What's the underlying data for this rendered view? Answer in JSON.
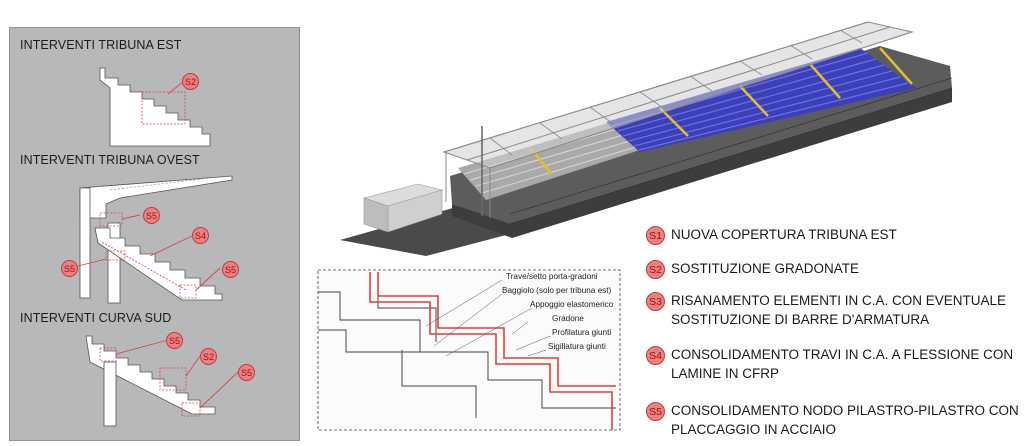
{
  "panel": {
    "sections": [
      {
        "title": "INTERVENTI TRIBUNA EST",
        "callouts": [
          "S2"
        ]
      },
      {
        "title": "INTERVENTI TRIBUNA OVEST",
        "callouts": [
          "S5",
          "S4",
          "S5",
          "S5"
        ]
      },
      {
        "title": "INTERVENTI CURVA SUD",
        "callouts": [
          "S5",
          "S2",
          "S5"
        ]
      }
    ]
  },
  "detail": {
    "labels": [
      "Trave/setto porta-gradoni",
      "Baggiolo (solo per tribuna est)",
      "Appoggio elastomerico",
      "Gradone",
      "Profilatura giunti",
      "Sigillatura giunti"
    ]
  },
  "legend": [
    {
      "code": "S1",
      "lines": [
        "NUOVA COPERTURA TRIBUNA EST"
      ]
    },
    {
      "code": "S2",
      "lines": [
        "SOSTITUZIONE GRADONATE"
      ]
    },
    {
      "code": "S3",
      "lines": [
        "RISANAMENTO ELEMENTI IN C.A. CON EVENTUALE",
        "SOSTITUZIONE DI BARRE D'ARMATURA"
      ]
    },
    {
      "code": "S4",
      "lines": [
        "CONSOLIDAMENTO TRAVI IN C.A. A FLESSIONE CON",
        "LAMINE IN CFRP"
      ]
    },
    {
      "code": "S5",
      "lines": [
        "CONSOLIDAMENTO NODO PILASTRO-PILASTRO CON",
        "PLACCAGGIO IN ACCIAIO"
      ]
    }
  ],
  "colors": {
    "accent": "#e04040",
    "badge_fill": "#f08080",
    "seat_blue": "#3b3fb8",
    "panel_bg": "#b6b8ba"
  }
}
